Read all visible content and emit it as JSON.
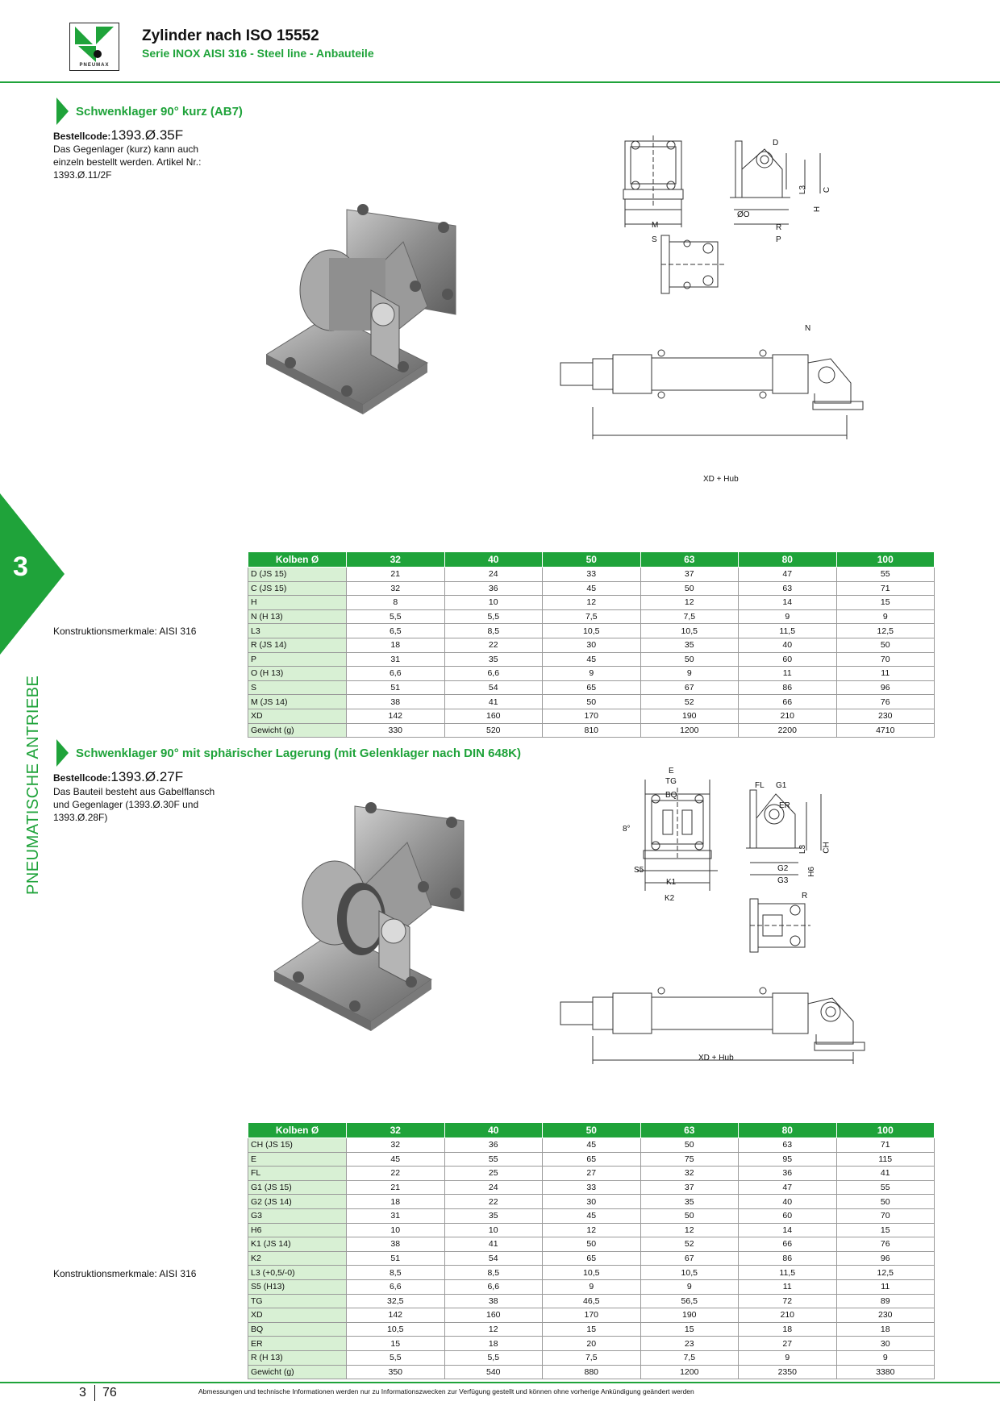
{
  "header": {
    "logo_text": "PNEUMAX",
    "title": "Zylinder nach ISO 15552",
    "subtitle": "Serie INOX AISI 316 - Steel line - Anbauteile"
  },
  "side_tab": {
    "number": "3",
    "label": "PNEUMATISCHE ANTRIEBE"
  },
  "section1": {
    "title": "Schwenklager 90° kurz (AB7)",
    "order_label": "Bestellcode:",
    "order_code": "1393.Ø.35F",
    "description": [
      "Das Gegenlager (kurz) kann auch",
      "einzeln bestellt werden. Artikel Nr.:",
      "1393.Ø.11/2F"
    ],
    "construction": "Konstruktionsmerkmale: AISI 316",
    "drawing_labels": {
      "D": "D",
      "M": "M",
      "S": "S",
      "L3": "L3",
      "C": "C",
      "H": "H",
      "O": "ØO",
      "R": "R",
      "P": "P",
      "N": "N",
      "xd": "XD + Hub"
    },
    "table": {
      "header_label": "Kolben Ø",
      "columns": [
        "32",
        "40",
        "50",
        "63",
        "80",
        "100"
      ],
      "rows": [
        {
          "label": "D (JS 15)",
          "values": [
            "21",
            "24",
            "33",
            "37",
            "47",
            "55"
          ]
        },
        {
          "label": "C (JS 15)",
          "values": [
            "32",
            "36",
            "45",
            "50",
            "63",
            "71"
          ]
        },
        {
          "label": "H",
          "values": [
            "8",
            "10",
            "12",
            "12",
            "14",
            "15"
          ]
        },
        {
          "label": "N (H 13)",
          "values": [
            "5,5",
            "5,5",
            "7,5",
            "7,5",
            "9",
            "9"
          ]
        },
        {
          "label": "L3",
          "values": [
            "6,5",
            "8,5",
            "10,5",
            "10,5",
            "11,5",
            "12,5"
          ]
        },
        {
          "label": "R (JS 14)",
          "values": [
            "18",
            "22",
            "30",
            "35",
            "40",
            "50"
          ]
        },
        {
          "label": "P",
          "values": [
            "31",
            "35",
            "45",
            "50",
            "60",
            "70"
          ]
        },
        {
          "label": "O (H 13)",
          "values": [
            "6,6",
            "6,6",
            "9",
            "9",
            "11",
            "11"
          ]
        },
        {
          "label": "S",
          "values": [
            "51",
            "54",
            "65",
            "67",
            "86",
            "96"
          ]
        },
        {
          "label": "M (JS 14)",
          "values": [
            "38",
            "41",
            "50",
            "52",
            "66",
            "76"
          ]
        },
        {
          "label": "XD",
          "values": [
            "142",
            "160",
            "170",
            "190",
            "210",
            "230"
          ]
        },
        {
          "label": "Gewicht (g)",
          "values": [
            "330",
            "520",
            "810",
            "1200",
            "2200",
            "4710"
          ]
        }
      ]
    }
  },
  "section2": {
    "title": "Schwenklager 90° mit sphärischer Lagerung (mit Gelenklager nach DIN 648K)",
    "order_label": "Bestellcode:",
    "order_code": "1393.Ø.27F",
    "description": [
      "Das Bauteil besteht aus Gabelflansch",
      "und Gegenlager (1393.Ø.30F und",
      "1393.Ø.28F)"
    ],
    "construction": "Konstruktionsmerkmale: AISI 316",
    "drawing_labels": {
      "E": "E",
      "TG": "TG",
      "BQ": "BQ",
      "angle": "8°",
      "S5": "S5",
      "K1": "K1",
      "K2": "K2",
      "FL": "FL",
      "G1": "G1",
      "ER": "ER",
      "L3": "L3",
      "CH": "CH",
      "G2": "G2",
      "H6": "H6",
      "G3": "G3",
      "R": "R",
      "xd": "XD + Hub"
    },
    "table": {
      "header_label": "Kolben Ø",
      "columns": [
        "32",
        "40",
        "50",
        "63",
        "80",
        "100"
      ],
      "rows": [
        {
          "label": "CH (JS 15)",
          "values": [
            "32",
            "36",
            "45",
            "50",
            "63",
            "71"
          ]
        },
        {
          "label": "E",
          "values": [
            "45",
            "55",
            "65",
            "75",
            "95",
            "115"
          ]
        },
        {
          "label": "FL",
          "values": [
            "22",
            "25",
            "27",
            "32",
            "36",
            "41"
          ]
        },
        {
          "label": "G1 (JS 15)",
          "values": [
            "21",
            "24",
            "33",
            "37",
            "47",
            "55"
          ]
        },
        {
          "label": "G2 (JS 14)",
          "values": [
            "18",
            "22",
            "30",
            "35",
            "40",
            "50"
          ]
        },
        {
          "label": "G3",
          "values": [
            "31",
            "35",
            "45",
            "50",
            "60",
            "70"
          ]
        },
        {
          "label": "H6",
          "values": [
            "10",
            "10",
            "12",
            "12",
            "14",
            "15"
          ]
        },
        {
          "label": "K1 (JS 14)",
          "values": [
            "38",
            "41",
            "50",
            "52",
            "66",
            "76"
          ]
        },
        {
          "label": "K2",
          "values": [
            "51",
            "54",
            "65",
            "67",
            "86",
            "96"
          ]
        },
        {
          "label": "L3 (+0,5/-0)",
          "values": [
            "8,5",
            "8,5",
            "10,5",
            "10,5",
            "11,5",
            "12,5"
          ]
        },
        {
          "label": "S5 (H13)",
          "values": [
            "6,6",
            "6,6",
            "9",
            "9",
            "11",
            "11"
          ]
        },
        {
          "label": "TG",
          "values": [
            "32,5",
            "38",
            "46,5",
            "56,5",
            "72",
            "89"
          ]
        },
        {
          "label": "XD",
          "values": [
            "142",
            "160",
            "170",
            "190",
            "210",
            "230"
          ]
        },
        {
          "label": "BQ",
          "values": [
            "10,5",
            "12",
            "15",
            "15",
            "18",
            "18"
          ]
        },
        {
          "label": "ER",
          "values": [
            "15",
            "18",
            "20",
            "23",
            "27",
            "30"
          ]
        },
        {
          "label": "R (H 13)",
          "values": [
            "5,5",
            "5,5",
            "7,5",
            "7,5",
            "9",
            "9"
          ]
        },
        {
          "label": "Gewicht (g)",
          "values": [
            "350",
            "540",
            "880",
            "1200",
            "2350",
            "3380"
          ]
        }
      ]
    }
  },
  "footer": {
    "chapter": "3",
    "page": "76",
    "disclaimer": "Abmessungen und technische Informationen werden nur zu Informationszwecken zur Verfügung gestellt und können ohne vorherige Ankündigung geändert werden"
  }
}
